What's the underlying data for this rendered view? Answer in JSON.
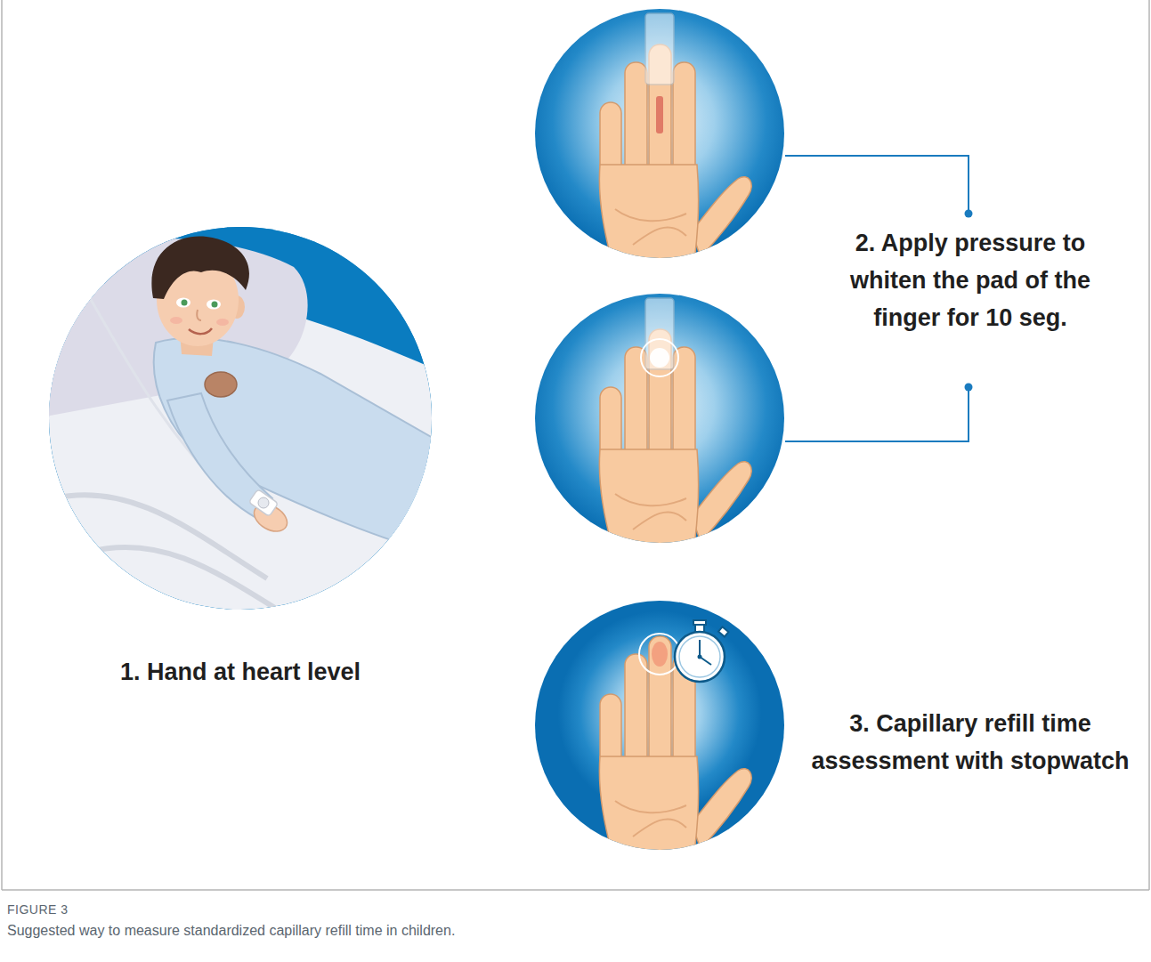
{
  "diagram": {
    "caption": "Suggested way to measure standardized capillary refill time in children.",
    "nodes": [
      {
        "text": [
          "1. Hand at heart level"
        ]
      },
      {
        "text": [
          "3. Capillary refill time assessment with stopwatch"
        ]
      }
    ],
    "labels": [
      "2. Apply pressure to whiten the pad of the finger for 10 seg.",
      "FIGURE 3"
    ]
  }
}
